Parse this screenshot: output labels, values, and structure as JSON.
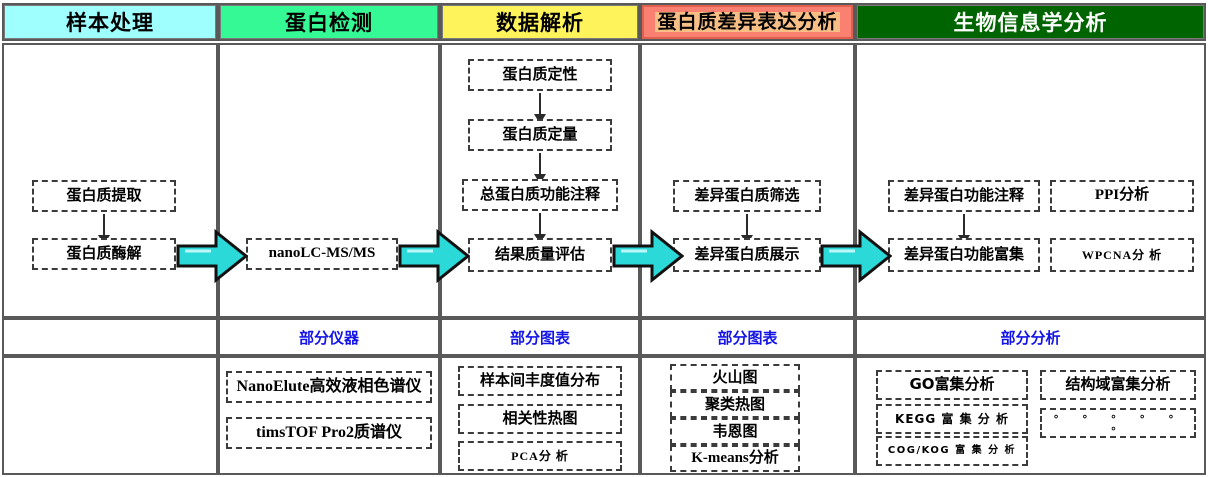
{
  "headers": [
    {
      "key": "sample-processing",
      "label": "样本处理",
      "color": "#9FFFFF",
      "text_color": "#000000"
    },
    {
      "key": "protein-detection",
      "label": "蛋白检测",
      "color": "#35F995",
      "text_color": "#000000"
    },
    {
      "key": "data-analysis",
      "label": "数据解析",
      "color": "#FFF35C",
      "text_color": "#000000"
    },
    {
      "key": "diff-expression",
      "label": "蛋白质差异表达分析",
      "color": "#FA8072",
      "text_color": "#000000"
    },
    {
      "key": "bioinformatics",
      "label": "生物信息学分析",
      "color": "#006400",
      "text_color": "#FFFFFF"
    }
  ],
  "flow": {
    "col1": [
      "蛋白质提取",
      "蛋白质酶解"
    ],
    "col2": [
      "nanoLC-MS/MS"
    ],
    "col3": [
      "蛋白质定性",
      "蛋白质定量",
      "总蛋白质功能注释",
      "结果质量评估"
    ],
    "col4": [
      "差异蛋白质筛选",
      "差异蛋白质展示"
    ],
    "col5_left": [
      "差异蛋白功能注释",
      "差异蛋白功能富集"
    ],
    "col5_right": [
      "PPI分析",
      "WPCNA分  析"
    ]
  },
  "section_labels": {
    "col2": "部分仪器",
    "col3": "部分图表",
    "col4": "部分图表",
    "col5": "部分分析"
  },
  "bottom": {
    "col2": [
      "NanoElute高效液相色谱仪",
      "timsTOF Pro2质谱仪"
    ],
    "col3": [
      "样本间丰度值分布",
      "相关性热图",
      "PCA分  析"
    ],
    "col4": [
      "火山图",
      "聚类热图",
      "韦恩图",
      "K-means分析"
    ],
    "col5_left": [
      "GO富集分析",
      "KEGG  富 集 分 析",
      "COG/KOG   富 集 分 析"
    ],
    "col5_right": [
      "结构域富集分析",
      "∘   ∘   ∘   ∘   ∘   ∘"
    ]
  },
  "arrows": {
    "big_arrow_color": "#2BD9D9",
    "big_arrow_stroke": "#1a1a1a",
    "thin_arrow_color": "#2b2b2b",
    "count_big": 4
  }
}
